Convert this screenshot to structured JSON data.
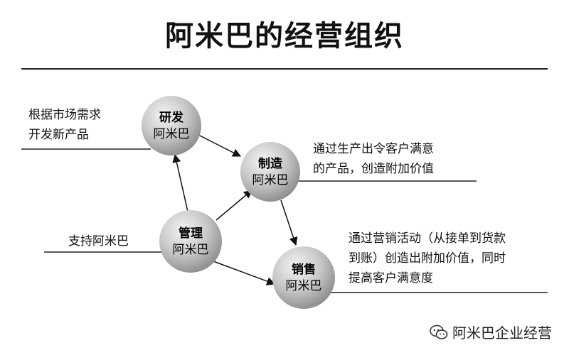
{
  "title": "阿米巴的经营组织",
  "nodes": {
    "rnd": {
      "line1": "研发",
      "line2": "阿米巴"
    },
    "mfg": {
      "line1": "制造",
      "line2": "阿米巴"
    },
    "mgmt": {
      "line1": "管理",
      "line2": "阿米巴"
    },
    "sales": {
      "line1": "销售",
      "line2": "阿米巴"
    }
  },
  "notes": {
    "rnd": [
      "根据市场需求",
      "开发新产品"
    ],
    "mfg": [
      "通过生产出令客户满意",
      "的产品，创造附加价值"
    ],
    "mgmt": [
      "支持阿米巴"
    ],
    "sales": [
      "通过营销活动（从接单到货款",
      "到账）创造出附加价值，同时",
      "提高客户满意度"
    ]
  },
  "watermark": "阿米巴企业经营",
  "watermark_icon": "wechat-icon"
}
